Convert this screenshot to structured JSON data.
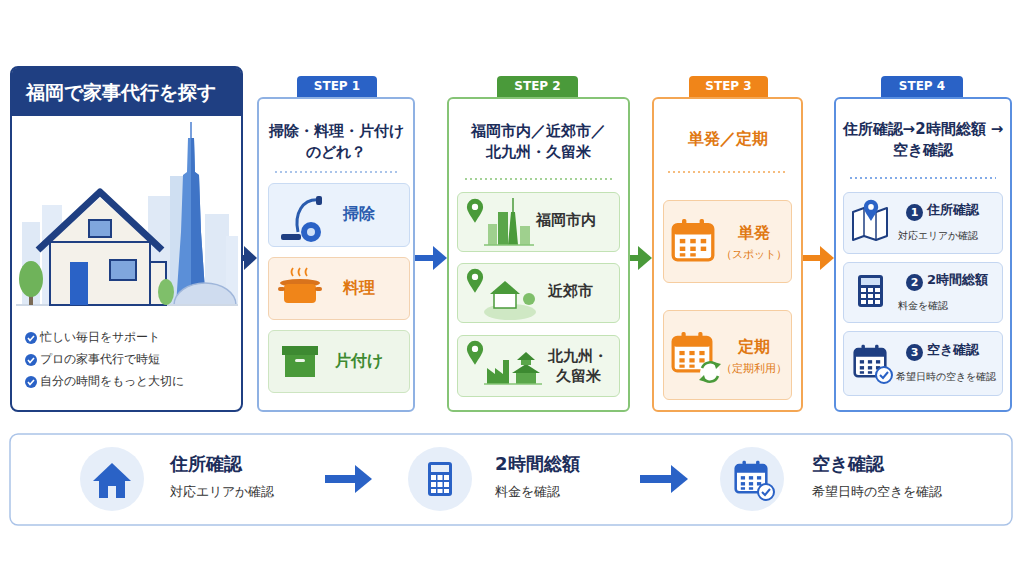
{
  "diagram": {
    "nodes": [
      {
        "text": [
          "福岡で家事代行を探す",
          "忙しい毎日をサポート",
          "プロの家事代行で時短",
          "自分の時間をもっと大切に"
        ]
      },
      {
        "text": [
          "STEP 1",
          "掃除・料理・片付け のどれ？"
        ]
      },
      {
        "text": [
          "掃除"
        ],
        "in": 1
      },
      {
        "text": [
          "料理"
        ],
        "in": 1
      },
      {
        "text": [
          "片付け"
        ],
        "in": 1
      },
      {
        "text": [
          "STEP 2",
          "福岡市内／近郊市／ 北九州・久留米"
        ]
      },
      {
        "text": [
          "福岡市内"
        ],
        "in": 5
      },
      {
        "text": [
          "近郊市"
        ],
        "in": 5
      },
      {
        "text": [
          "北九州・久留米"
        ],
        "in": 5
      },
      {
        "text": [
          "STEP 3",
          "単発／定期"
        ]
      },
      {
        "text": [
          "単発",
          "（スポット）"
        ],
        "in": 9
      },
      {
        "text": [
          "定期",
          "（定期利用）"
        ],
        "in": 9
      },
      {
        "text": [
          "STEP 4",
          "住所確認→2時間総額 →空き確認"
        ]
      },
      {
        "text": [
          "1",
          "住所確認",
          "対応エリアか確認"
        ],
        "in": 12
      },
      {
        "text": [
          "2",
          "2時間総額",
          "料金を確認"
        ],
        "in": 12
      },
      {
        "text": [
          "3",
          "空き確認",
          "希望日時の空きを確認"
        ],
        "in": 12
      },
      {
        "text": [
          "住所確認",
          "対応エリアか確認"
        ]
      },
      {
        "text": [
          "2時間総額",
          "料金を確認"
        ]
      },
      {
        "text": [
          "空き確認",
          "希望日時の空きを確認"
        ]
      }
    ],
    "edges": [
      {
        "from": 0,
        "to": 1,
        "arrow": "to"
      },
      {
        "from": 1,
        "to": 5,
        "arrow": "to"
      },
      {
        "from": 5,
        "to": 9,
        "arrow": "to"
      },
      {
        "from": 9,
        "to": 12,
        "arrow": "to"
      },
      {
        "from": 16,
        "to": 17,
        "arrow": "to"
      },
      {
        "from": 17,
        "to": 18,
        "arrow": "to"
      }
    ]
  }
}
